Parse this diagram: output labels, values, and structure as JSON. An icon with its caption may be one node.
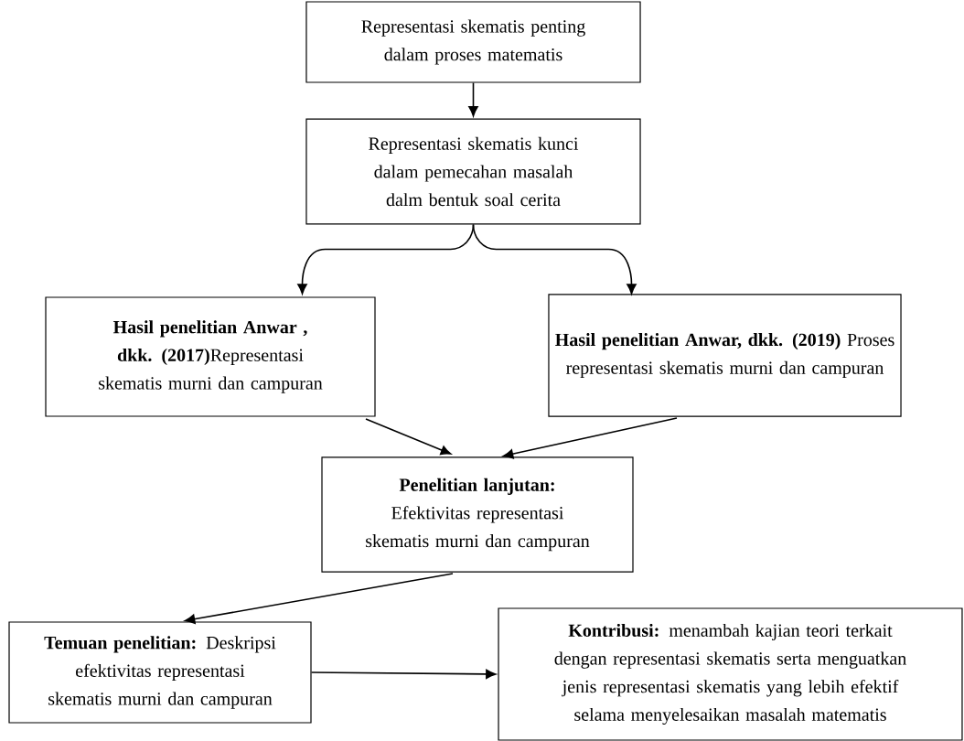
{
  "diagram": {
    "nodes": [
      {
        "text": [
          "Representasi skematis penting dalam proses matematis"
        ]
      },
      {
        "text": [
          "Representasi skematis kunci dalam pemecahan masalah dalm bentuk soal cerita"
        ]
      },
      {
        "text": [
          "**Hasil penelitian Anwar , dkk. (2017)**Representasi skematis murni dan campuran"
        ]
      },
      {
        "text": [
          "**Hasil penelitian Anwar, dkk. (2019)** Proses representasi skematis murni dan campuran"
        ]
      },
      {
        "text": [
          "**Penelitian lanjutan:** Efektivitas representasi skematis murni dan campuran"
        ]
      },
      {
        "text": [
          "**Temuan penelitian:** Deskripsi efektivitas representasi skematis murni dan campuran"
        ]
      },
      {
        "text": [
          "**Kontribusi:** menambah kajian teori terkait dengan representasi skematis serta menguatkan jenis representasi skematis yang lebih efektif selama menyelesaikan masalah matematis"
        ]
      }
    ],
    "edges": [
      {
        "from": 0,
        "to": 1,
        "arrow": "to"
      },
      {
        "from": 1,
        "to": 2,
        "arrow": "to"
      },
      {
        "from": 1,
        "to": 3,
        "arrow": "to"
      },
      {
        "from": 2,
        "to": 4,
        "arrow": "to"
      },
      {
        "from": 3,
        "to": 4,
        "arrow": "to"
      },
      {
        "from": 4,
        "to": 5,
        "arrow": "to"
      },
      {
        "from": 5,
        "to": 6,
        "arrow": "to"
      }
    ]
  }
}
